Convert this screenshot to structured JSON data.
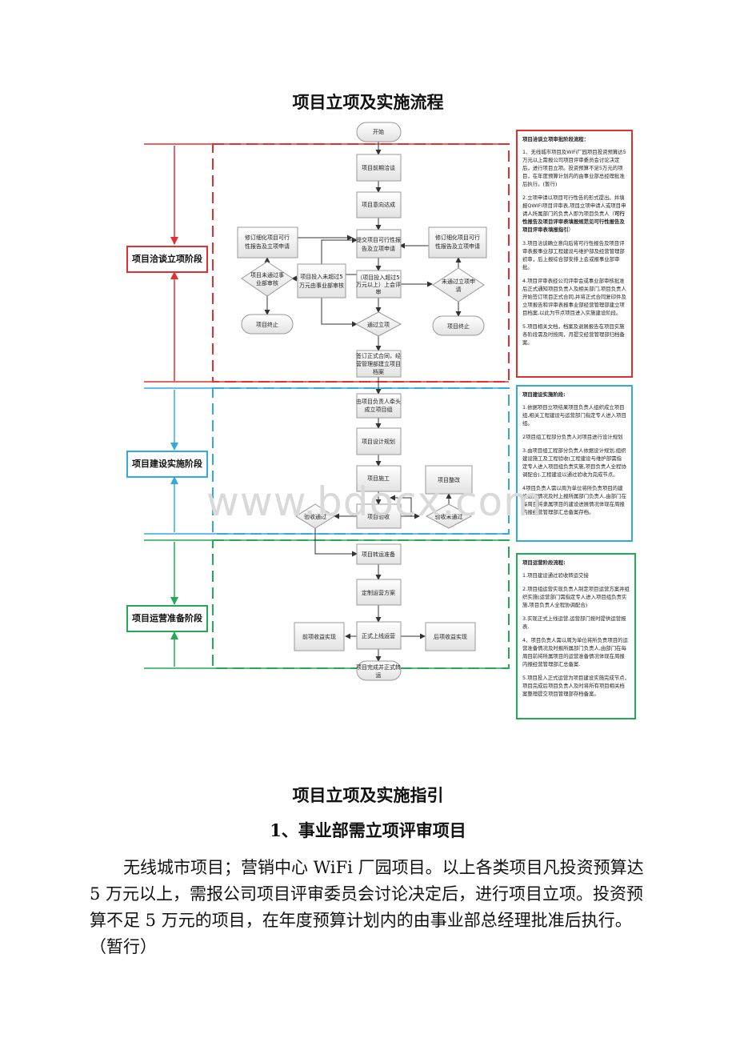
{
  "doc": {
    "flow_title": "项目立项及实施流程",
    "guide_title": "项目立项及实施指引",
    "section_heading": "1、事业部需立项评审项目",
    "paragraph": "无线城市项目；营销中心 WiFi 厂园项目。以上各类项目凡投资预算达 5 万元以上，需报公司项目评审委员会讨论决定后，进行项目立项。投资预算不足 5 万元的项目，在年度预算计划内的由事业部总经理批准后执行。（暂行）"
  },
  "stages": {
    "s1": "项目洽谈立项阶段",
    "s2": "项目建设实施阶段",
    "s3": "项目运营准备阶段"
  },
  "nodes": {
    "start": "开始",
    "n1": "项目前期洽谈",
    "n2": "项目意向达成",
    "n3_a": "提交项目可行性报",
    "n3_b": "告及立项申请",
    "n4_a": "（项目投入超过5",
    "n4_b": "万元以上）上会评",
    "n4_c": "审",
    "n5_a": "项目投入未超过5",
    "n5_b": "万元由事业部审核",
    "l1_a": "修订细化项目可行",
    "l1_b": "性报告及立项申请",
    "r1_a": "修订细化项目可行",
    "r1_b": "性报告及立项申请",
    "ld_a": "项目未通过事",
    "ld_b": "业部审核",
    "rd_a": "未通过立项申",
    "rd_b": "请",
    "stop_l": "项目终止",
    "stop_r": "项目终止",
    "pass": "通过立项",
    "sign_a": "签订正式合同，经",
    "sign_b": "营管理部建立项目",
    "sign_c": "档案",
    "team_a": "由项目负责人牵头",
    "team_b": "成立项目组",
    "design": "项目设计规划",
    "construct": "项目施工",
    "fix": "项目整改",
    "accept": "项目验收",
    "acc_pass": "验收通过",
    "acc_fail": "验收未通过",
    "handover": "项目转运准备",
    "plan": "定制运营方案",
    "online": "正式上线运营",
    "pre": "前项收益实现",
    "post": "后项收益实现",
    "end_a": "项目完成并正式转",
    "end_b": "运"
  },
  "box1": {
    "title": "项目洽谈立项审批阶段流程：",
    "p1": "1、无线城市项目及WiFi厂园项目投资预算达5万元以上需报公司项目评审委员会讨论决定后，进行项目立项。投资预算不足5万元的项目，在年度预算计划内的由事业部总经理批准后执行。(暂行)",
    "p2_a": "2.立项申请以项目可行性告的形式提出。并填报QWIFI项目评审表,项目立项申请人或项目申请人所属部门的负责人即为项目负责人（",
    "p2_b": "可行性报告及项目评审表填报规范见可行性报告及项目评审表填报指引",
    "p2_c": "）",
    "p3": "3.项目洽谈确立意向后将可行性报告及项目评审表报事业部工程建设与维护部及经营管理部初审，后上报综合部安排上会或报事业部审批。",
    "p4": "4.项目评审表经公司评审会或事业部审核批准后正式通知项目负责人及相关部门,项目负责人开始签订项目正式合同,并将正式合同复印件及立项报告和评审表报事业部经营管理部建立项目档案,以此为节点项目进入实施建设阶段。",
    "p5": "5.项目相关文档，档案及退展报告在项目实施各阶段需及时按周，月提交经营管理部归档备案。"
  },
  "box2": {
    "title": "项目建设实施阶段:",
    "p1": "1.依据项目立项结果项目负责人组织成立项目组,相关工程建设与运营部门指定专人进入项目组。",
    "p2": "2项目组工程部分负责人对项目进行设计规划",
    "p3": "3.由项目组工程部分负责人依据设计规划,组织建设施工及工程验收(工程建设与维护部需指定专人进入项目组负责实施,项目负责人全程协调配合).工程建设以通过验收为完成节点。",
    "p4": "4项目负责人需以周为单位将所负责项目的建设进展情况及时上报所属部门负责人,由部门在每周目将隶属项目的建设进展情况体现在周报内报经营管理部汇总备案存档。"
  },
  "box3": {
    "title": "项目运营阶段流程:",
    "p1": "1.项目建设通过验收转运交接",
    "p2": "2.项目组运营实现负责人制定项目运营方案并组织实施(运营部门需指定专人进入项目组负责实施,项目负责人全程协调配合)",
    "p3": "3.实现正式上线运营,运营部门按时提供运营报表.",
    "p4": "4、项目负责人需以周为单位将所负责项目的运营准备情况及时报所属部门负责人,由部门在每周目前将所属项目的运营准备情况体现在周报内报经营管理部汇总备案.",
    "p5": "5.项目投入正式运营为项目建设实施完成节点，项目完成后项目负责人及时将所有项目相关档案整理提交项目管理部存档备案。"
  },
  "watermark": "www.bdocx.com",
  "colors": {
    "red": "#e03030",
    "blue": "#33aadd",
    "green": "#22aa55",
    "node_fill": "#ececec",
    "node_stroke": "#999999"
  },
  "icons": {
    "arrow": "arrow-head-icon"
  }
}
